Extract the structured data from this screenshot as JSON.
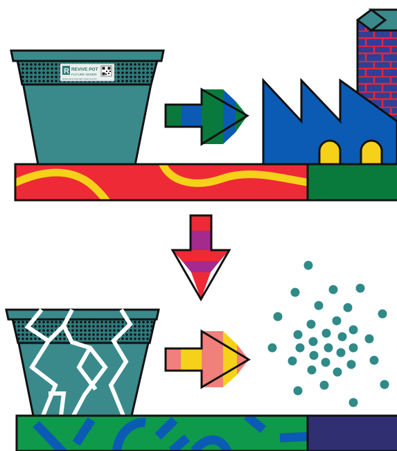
{
  "pot_label": {
    "brand": "REVIVE POT",
    "tagline": "FUTURE WISER",
    "fineprint": "MADE FROM 100% RECYCLED PLASTIC"
  },
  "colors": {
    "teal": "#3a8a8c",
    "teal_dark": "#2f7a7c",
    "outline": "#111111",
    "red": "#ee2a36",
    "yellow": "#f6d11a",
    "green": "#0a7a3c",
    "blue": "#0b5bb5",
    "navy": "#2f2f72",
    "purple": "#a52a8e",
    "salmon": "#f17f7c",
    "brick_blue": "#2f3f96",
    "brick_red": "#e8253a",
    "grass_green": "#0e9a4a"
  },
  "icons": {
    "arrow_right_1": "arrow-right-icon",
    "arrow_down": "arrow-down-icon",
    "arrow_right_2": "arrow-right-icon",
    "factory": "factory-icon",
    "pot": "flower-pot-icon",
    "broken_pot": "broken-pot-icon",
    "pellets": "plastic-pellets-icon",
    "qr": "qr-code-icon"
  }
}
